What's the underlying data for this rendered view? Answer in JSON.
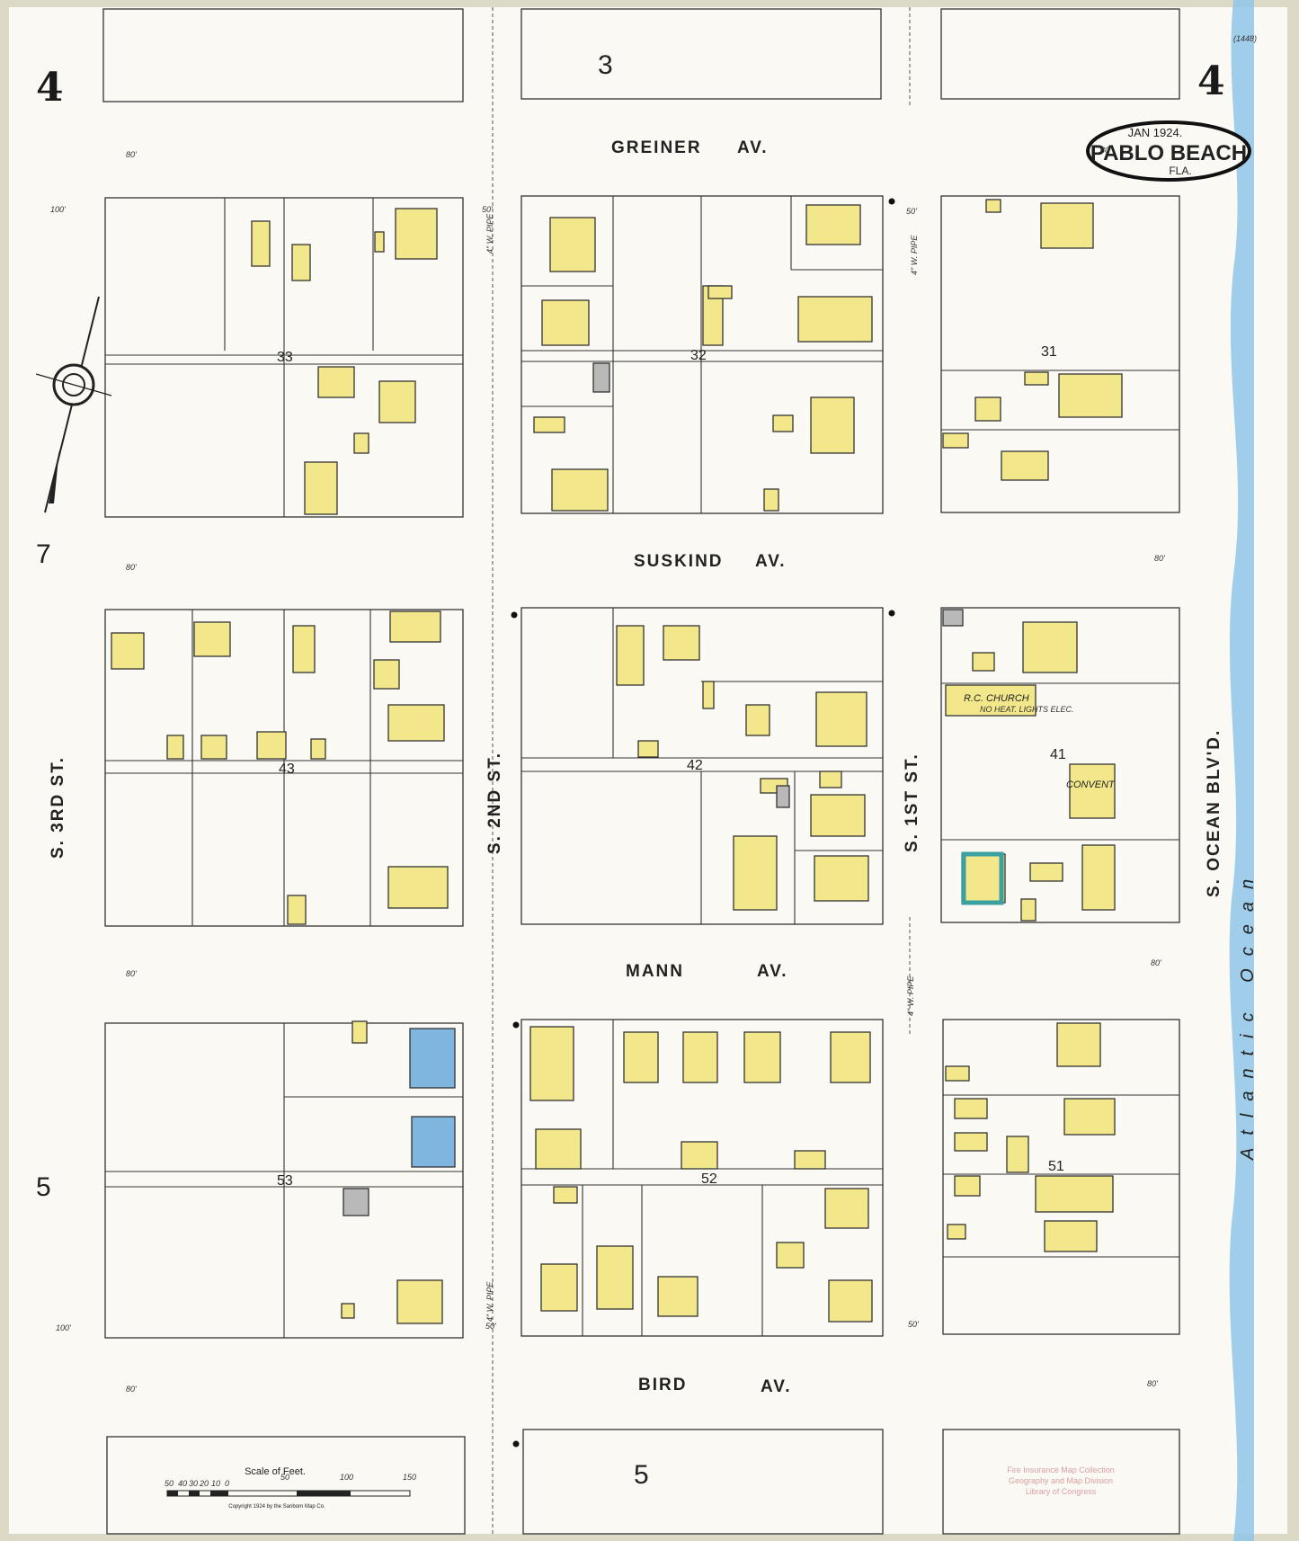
{
  "map": {
    "sheet_number": "4",
    "title_place": "PABLO BEACH",
    "title_date": "JAN 1924.",
    "title_state": "FLA.",
    "corner_note": "(1448)",
    "adjacent_sheets": {
      "top": "3",
      "bottom": "5",
      "left_upper": "7",
      "left_lower": "5"
    },
    "streets_horizontal": [
      {
        "name": "GREINER",
        "suffix": "AV."
      },
      {
        "name": "SUSKIND",
        "suffix": "AV."
      },
      {
        "name": "MANN",
        "suffix": "AV."
      },
      {
        "name": "BIRD",
        "suffix": "AV."
      }
    ],
    "streets_vertical": [
      {
        "name": "S. 3RD ST."
      },
      {
        "name": "S. 2ND ST."
      },
      {
        "name": "S. 1ST ST."
      },
      {
        "name": "S. OCEAN BLV'D."
      }
    ],
    "ocean_label": "Atlantic Ocean",
    "block_numbers": [
      "33",
      "32",
      "31",
      "43",
      "42",
      "41",
      "53",
      "52",
      "51"
    ],
    "street_widths": [
      "80'",
      "100'",
      "50'"
    ],
    "pipes": [
      "4\" W. PIPE"
    ],
    "landmarks": {
      "church": "R.C. CHURCH",
      "church_note": "NO HEAT. LIGHTS ELEC.",
      "convent": "CONVENT"
    },
    "scale": {
      "label": "Scale of Feet.",
      "ticks": [
        "50",
        "40",
        "30",
        "20",
        "10",
        "0",
        "50",
        "100",
        "150"
      ]
    },
    "copyright": "Copyright 1924 by the Sanborn Map Co.",
    "library_stamp": [
      "Fire Insurance Map Collection",
      "Geography and Map Division",
      "Library of Congress"
    ],
    "colors": {
      "frame": "#dcdac7",
      "brick_wood_building": "#f2e78a",
      "concrete_block_building": "#7fb6df",
      "paper": "#faf9f3",
      "ocean": "#8fc5e8"
    }
  }
}
